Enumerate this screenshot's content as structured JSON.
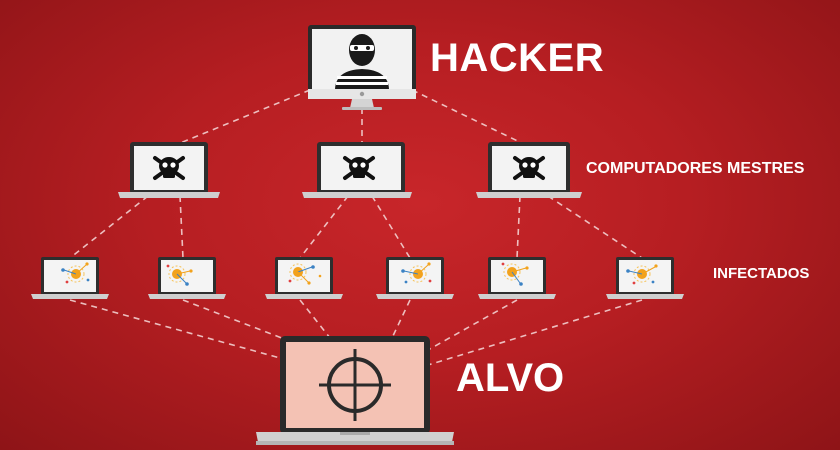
{
  "labels": {
    "hacker": "HACKER",
    "masters": "COMPUTADORES MESTRES",
    "infected": "INFECTADOS",
    "target": "ALVO"
  },
  "nodes": {
    "hacker": {
      "icon": "masked-hacker-icon"
    },
    "masters": [
      {
        "icon": "skull-crossbones-icon"
      },
      {
        "icon": "skull-crossbones-icon"
      },
      {
        "icon": "skull-crossbones-icon"
      }
    ],
    "infected": [
      {
        "icon": "virus-icon"
      },
      {
        "icon": "virus-icon"
      },
      {
        "icon": "virus-icon"
      },
      {
        "icon": "virus-icon"
      },
      {
        "icon": "virus-icon"
      },
      {
        "icon": "virus-icon"
      }
    ],
    "target": {
      "icon": "crosshair-icon"
    }
  },
  "colors": {
    "background": "#b61e22",
    "connector": "#f2c9c9",
    "screen_target": "#f4c2b4",
    "virus_core": "#f2a21c",
    "virus_blue": "#3b82c4"
  }
}
